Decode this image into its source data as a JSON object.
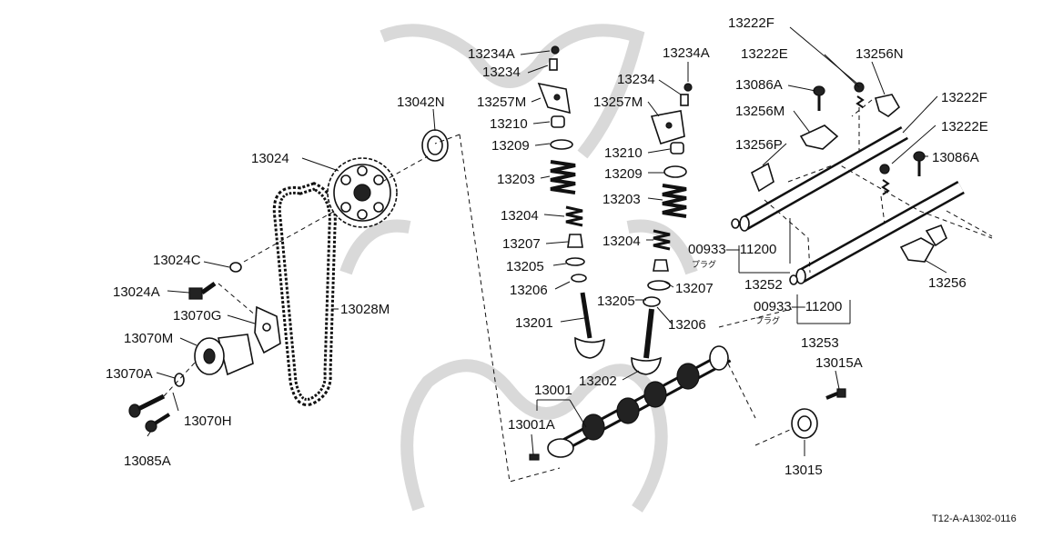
{
  "labels": {
    "p13234A_l": "13234A",
    "p13234_l": "13234",
    "p13257M_l": "13257M",
    "p13210_l": "13210",
    "p13209_l": "13209",
    "p13203_l": "13203",
    "p13204_l": "13204",
    "p13207_l": "13207",
    "p13205_l": "13205",
    "p13206_l": "13206",
    "p13201": "13201",
    "p13234A_r": "13234A",
    "p13234_r": "13234",
    "p13257M_r": "13257M",
    "p13210_r": "13210",
    "p13209_r": "13209",
    "p13203_r": "13203",
    "p13204_r": "13204",
    "p13207_r": "13207",
    "p13205_r": "13205",
    "p13206_r": "13206",
    "p13202": "13202",
    "p13001": "13001",
    "p13001A": "13001A",
    "p13042N": "13042N",
    "p13024": "13024",
    "p13024C": "13024C",
    "p13024A": "13024A",
    "p13028M": "13028M",
    "p13070G": "13070G",
    "p13070M": "13070M",
    "p13070A": "13070A",
    "p13070H": "13070H",
    "p13085A": "13085A",
    "p13222F_t": "13222F",
    "p13222E_t": "13222E",
    "p13256N": "13256N",
    "p13086A_t": "13086A",
    "p13256M": "13256M",
    "p13222F_r": "13222F",
    "p13222E_r": "13222E",
    "p13256P": "13256P",
    "p13086A_r": "13086A",
    "plug1": "00933—11200",
    "plug1_sub": "プラグ",
    "p13252": "13252",
    "p13256": "13256",
    "plug2": "00933—11200",
    "plug2_sub": "プラグ",
    "p13253": "13253",
    "p13015A": "13015A",
    "p13015": "13015"
  },
  "ref_code": "T12-A-A1302-0116"
}
